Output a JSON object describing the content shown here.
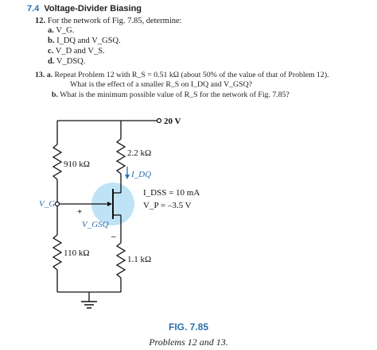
{
  "header": {
    "section": "7.4",
    "title": "Voltage-Divider Biasing"
  },
  "q12": {
    "number": "12.",
    "text": "For the network of Fig. 7.85, determine:",
    "items": [
      {
        "label": "a.",
        "text": "V_G."
      },
      {
        "label": "b.",
        "text": "I_DQ and V_GSQ."
      },
      {
        "label": "c.",
        "text": "V_D and V_S."
      },
      {
        "label": "d.",
        "text": "V_DSQ."
      }
    ]
  },
  "q13": {
    "number": "13.",
    "a_label": "a.",
    "a_line1": "Repeat Problem 12 with R_S = 0.51 kΩ (about 50% of the value of that of Problem 12).",
    "a_line2": "What is the effect of a smaller R_S on I_DQ and V_GSQ?",
    "b_label": "b.",
    "b_text": "What is the minimum possible value of R_S for the network of Fig. 7.85?"
  },
  "circuit": {
    "supply": "20 V",
    "r_top": "910 kΩ",
    "r_bottom": "110 kΩ",
    "r_drain": "2.2 kΩ",
    "r_source": "1.1 kΩ",
    "vg_label": "V_G",
    "idq_label": "I_DQ",
    "vgsq_label": "V_GSQ",
    "plus": "+",
    "minus": "–",
    "idss": "I_DSS = 10 mA",
    "vp": "V_P = –3.5 V"
  },
  "figure": {
    "title": "FIG. 7.85",
    "caption": "Problems 12 and 13."
  }
}
